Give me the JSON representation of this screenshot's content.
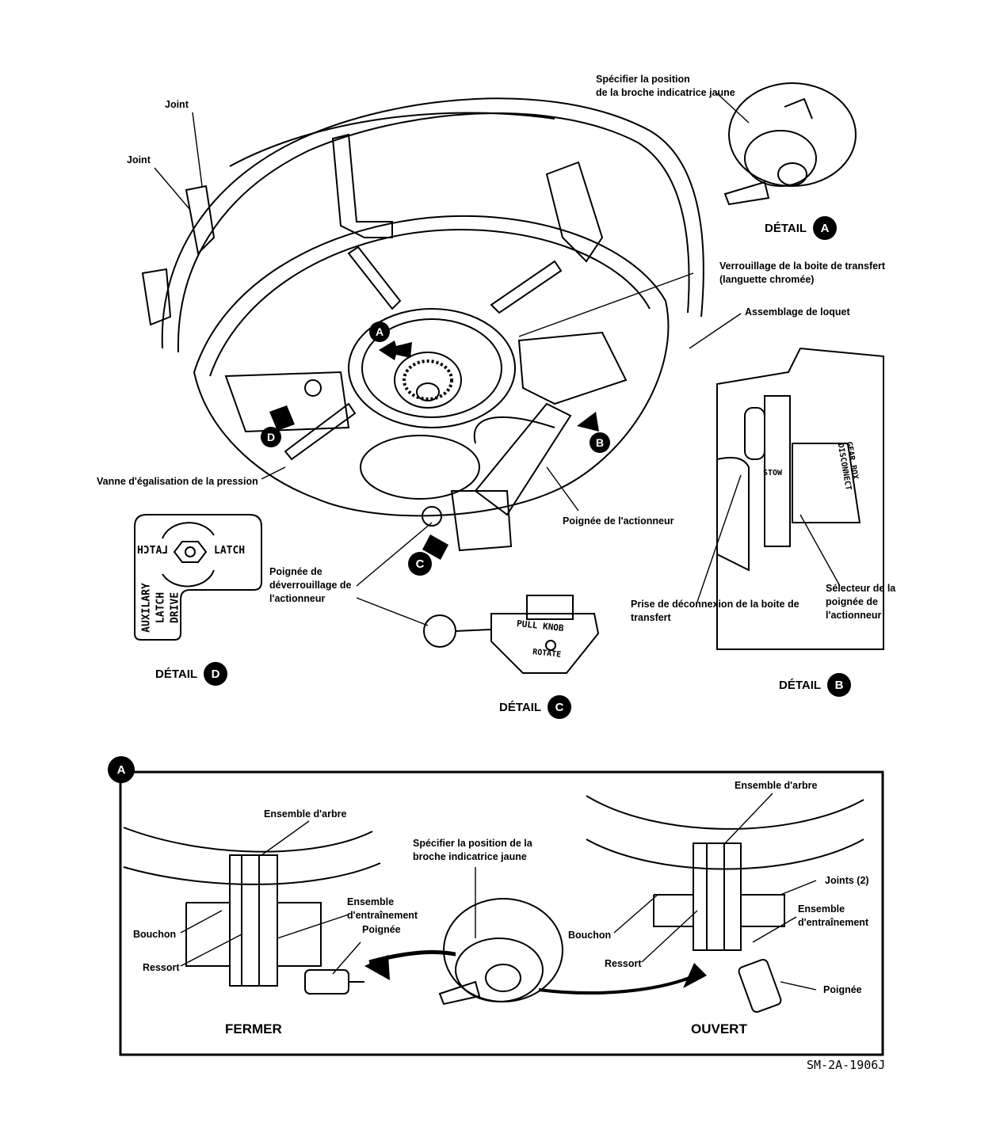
{
  "labels": {
    "joint_top": "Joint",
    "joint_left": "Joint",
    "detail_a_pin": "Spécifier la position\nde la broche indicatrice jaune",
    "transfer_lock": "Verrouillage de la boite de transfert\n(languette chromée)",
    "latch_assembly": "Assemblage de loquet",
    "pressure_valve": "Vanne d'égalisation de la pression",
    "actuator_handle": "Poignée de l'actionneur",
    "actuator_release": "Poignée de\ndéverrouillage de\nl'actionneur",
    "transfer_disconnect": "Prise de déconnexion de la boite de\ntransfert",
    "actuator_selector": "Sélecteur de la\npoignée de\nl'actionneur"
  },
  "details": {
    "prefix": "DÉTAIL",
    "a": "A",
    "b": "B",
    "c": "C",
    "d": "D"
  },
  "callouts": [
    "A",
    "D",
    "B",
    "C"
  ],
  "stencils": {
    "latch_left": "LATCH",
    "latch_right": "LATCH",
    "aux1": "AUXILARY",
    "aux2": "LATCH",
    "aux3": "DRIVE",
    "pull_knob": "PULL KNOB",
    "rotate": "ROTATE",
    "stow": "STOW",
    "gear_box": "GEAR BOX DISCONNECT"
  },
  "panel": {
    "badge": "A",
    "arbre_left": "Ensemble d'arbre",
    "arbre_right": "Ensemble d'arbre",
    "center_pin": "Spécifier la position de la\nbroche indicatrice jaune",
    "entrainement_left": "Ensemble\nd'entraînement",
    "poignee_left": "Poignée",
    "bouchon_left": "Bouchon",
    "ressort_left": "Ressort",
    "joints_right": "Joints (2)",
    "entrainement_right": "Ensemble\nd'entraînement",
    "bouchon_right": "Bouchon",
    "ressort_right": "Ressort",
    "poignee_right": "Poignée",
    "state_left": "FERMER",
    "state_right": "OUVERT"
  },
  "drawing_code": "SM-2A-1906J"
}
